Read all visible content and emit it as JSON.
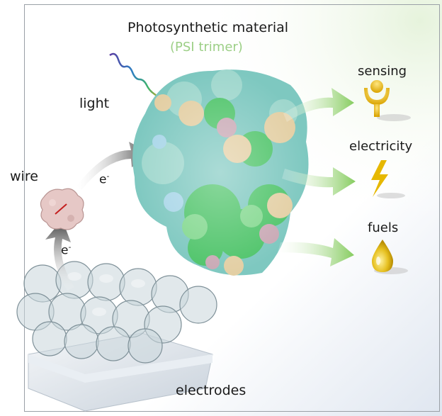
{
  "title": "Photosynthetic material",
  "subtitle": "(PSI trimer)",
  "labels": {
    "light": "light",
    "wire": "wire",
    "electron": "e",
    "electron_charge": "-",
    "electrodes": "electrodes"
  },
  "outputs": [
    {
      "label": "sensing",
      "icon": "sensing-icon"
    },
    {
      "label": "electricity",
      "icon": "lightning-bolt-icon"
    },
    {
      "label": "fuels",
      "icon": "fuel-drop-icon"
    }
  ],
  "colors": {
    "subtitle": "#9ccf86",
    "arrow_green": "#8bcf6a",
    "arrow_dark": "#444444",
    "arrow_red": "#e31e24",
    "icon_yellow": "#e6b800",
    "protein_teal": "#7ec8c0",
    "protein_green": "#4fc46a",
    "protein_tan": "#e3cfa4",
    "protein_mauve": "#c9a9b5"
  }
}
